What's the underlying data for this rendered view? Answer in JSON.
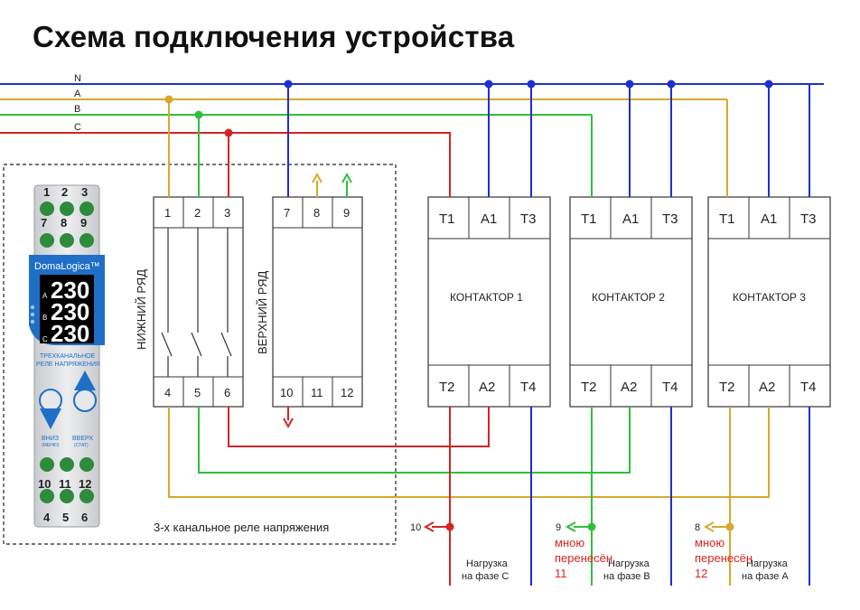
{
  "title": "Схема подключения устройства",
  "bus_labels": [
    "N",
    "A",
    "B",
    "C"
  ],
  "colors": {
    "N": "#1f2fd0",
    "A": "#d9a82a",
    "B": "#2fbf3a",
    "C": "#d42424",
    "device_blue": "#1f6fc7"
  },
  "device": {
    "top_terminals": [
      "1",
      "2",
      "3"
    ],
    "second_terminals": [
      "7",
      "8",
      "9"
    ],
    "brand": "DomaLogica™",
    "phases": [
      "A",
      "B",
      "C"
    ],
    "readings": [
      "230",
      "230",
      "230"
    ],
    "caption_line1": "ТРЕХКАНАЛЬНОЕ",
    "caption_line2": "РЕЛЕ НАПРЯЖЕНИЯ",
    "btn_down": "ВНИЗ",
    "btn_down_sub": "(МЕНЮ)",
    "btn_up": "ВВЕРХ",
    "btn_up_sub": "(СТАТ)",
    "bottom_terminals_1": [
      "10",
      "11",
      "12"
    ],
    "bottom_terminals_2": [
      "4",
      "5",
      "6"
    ]
  },
  "relay_label": "3-х канальное реле напряжения",
  "lower_row": {
    "label": "НИЖНИЙ РЯД",
    "top": [
      "1",
      "2",
      "3"
    ],
    "bottom": [
      "4",
      "5",
      "6"
    ]
  },
  "upper_row": {
    "label": "ВЕРХНИЙ РЯД",
    "top": [
      "7",
      "8",
      "9"
    ],
    "bottom": [
      "10",
      "11",
      "12"
    ]
  },
  "contactors": [
    {
      "name": "КОНТАКТОР 1",
      "top": [
        "T1",
        "A1",
        "T3"
      ],
      "bottom": [
        "T2",
        "A2",
        "T4"
      ]
    },
    {
      "name": "КОНТАКТОР 2",
      "top": [
        "T1",
        "A1",
        "T3"
      ],
      "bottom": [
        "T2",
        "A2",
        "T4"
      ]
    },
    {
      "name": "КОНТАКТОР 3",
      "top": [
        "T1",
        "A1",
        "T3"
      ],
      "bottom": [
        "T2",
        "A2",
        "T4"
      ]
    }
  ],
  "output_labels": [
    "10",
    "9",
    "8"
  ],
  "loads": [
    {
      "line1": "Нагрузка",
      "line2": "на фазе С"
    },
    {
      "line1": "Нагрузка",
      "line2": "на фазе В"
    },
    {
      "line1": "Нагрузка",
      "line2": "на фазе А"
    }
  ],
  "notes": [
    {
      "line1": "мною",
      "line2": "перенесён",
      "line3": "11"
    },
    {
      "line1": "мною",
      "line2": "перенесён",
      "line3": "12"
    }
  ]
}
